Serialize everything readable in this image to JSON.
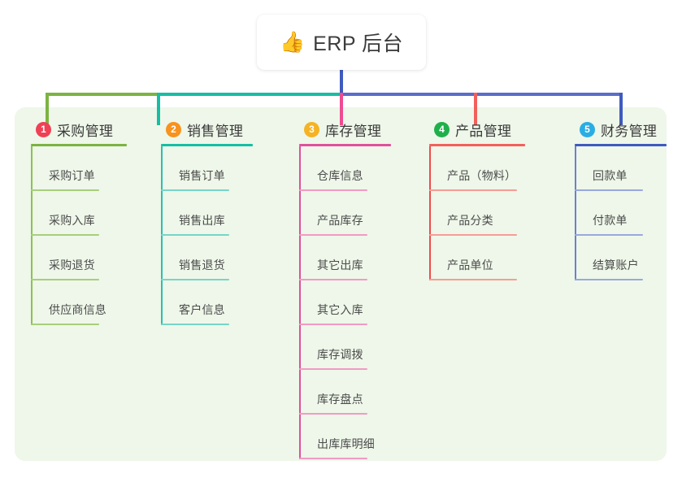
{
  "root": {
    "icon": "thumbs-up-icon",
    "icon_glyph": "👍",
    "title": "ERP 后台"
  },
  "theme": {
    "panel_bg": "#eef7e9",
    "page_bg": "#ffffff",
    "stem_blue": "#3f5bbf",
    "bar_green": "#7cb342",
    "bar_teal": "#15bfa5",
    "bar_blue": "#5b6dc8",
    "drop_green": "#7cb342",
    "drop_teal": "#15bfa5",
    "drop_pink": "#ef4b92",
    "drop_red": "#f2605c",
    "drop_blue": "#3f5bbf"
  },
  "columns": [
    {
      "index": "1",
      "title": "采购管理",
      "badge_color": "#ef4056",
      "rule_color": "#7cb342",
      "spine_color": "#8cc152",
      "item_rule_color": "#a8ce7b",
      "head_rule_width": 118,
      "item_rule_width": 84,
      "items": [
        {
          "label": "采购订单"
        },
        {
          "label": "采购入库"
        },
        {
          "label": "采购退货"
        },
        {
          "label": "供应商信息"
        }
      ]
    },
    {
      "index": "2",
      "title": "销售管理",
      "badge_color": "#f7931e",
      "rule_color": "#15bfa5",
      "spine_color": "#2bbfae",
      "item_rule_color": "#79d4c8",
      "head_rule_width": 113,
      "item_rule_width": 84,
      "items": [
        {
          "label": "销售订单"
        },
        {
          "label": "销售出库"
        },
        {
          "label": "销售退货"
        },
        {
          "label": "客户信息"
        }
      ]
    },
    {
      "index": "3",
      "title": "库存管理",
      "badge_color": "#f5b324",
      "rule_color": "#e0509e",
      "spine_color": "#e0509e",
      "item_rule_color": "#f29ac4",
      "head_rule_width": 113,
      "item_rule_width": 84,
      "items": [
        {
          "label": "仓库信息"
        },
        {
          "label": "产品库存"
        },
        {
          "label": "其它出库"
        },
        {
          "label": "其它入库"
        },
        {
          "label": "库存调拨"
        },
        {
          "label": "库存盘点"
        },
        {
          "label": "出库库明细"
        }
      ]
    },
    {
      "index": "4",
      "title": "产品管理",
      "badge_color": "#20b04b",
      "rule_color": "#f2605c",
      "spine_color": "#ef4b4b",
      "item_rule_color": "#f79c96",
      "head_rule_width": 118,
      "item_rule_width": 108,
      "items": [
        {
          "label": "产品（物料）"
        },
        {
          "label": "产品分类"
        },
        {
          "label": "产品单位"
        }
      ]
    },
    {
      "index": "5",
      "title": "财务管理",
      "badge_color": "#2aade3",
      "rule_color": "#3f5bbf",
      "spine_color": "#6d80cf",
      "item_rule_color": "#9aa8dd",
      "head_rule_width": 113,
      "item_rule_width": 84,
      "items": [
        {
          "label": "回款单"
        },
        {
          "label": "付款单"
        },
        {
          "label": "结算账户"
        }
      ]
    }
  ]
}
